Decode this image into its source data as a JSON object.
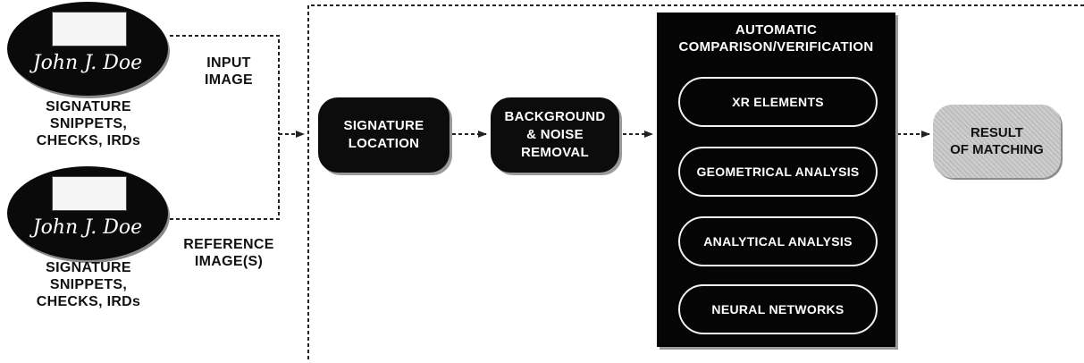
{
  "inputs": [
    {
      "signature_text": "John J. Doe",
      "caption": "SIGNATURE\nSNIPPETS,\nCHECKS, IRDs",
      "role_label": "INPUT\nIMAGE"
    },
    {
      "signature_text": "John J. Doe",
      "caption": "SIGNATURE\nSNIPPETS,\nCHECKS, IRDs",
      "role_label": "REFERENCE\nIMAGE(S)"
    }
  ],
  "steps": {
    "signature_location": "SIGNATURE\nLOCATION",
    "background_noise_removal": "BACKGROUND\n& NOISE\nREMOVAL"
  },
  "verification": {
    "title": "AUTOMATIC\nCOMPARISON/VERIFICATION",
    "methods": [
      "XR ELEMENTS",
      "GEOMETRICAL ANALYSIS",
      "ANALYTICAL ANALYSIS",
      "NEURAL NETWORKS"
    ]
  },
  "result": "RESULT\nOF MATCHING",
  "colors": {
    "box_fill": "#0c0c0c",
    "box_text": "#ffffff",
    "result_fill": "#c8c8c8",
    "line": "#222222"
  }
}
